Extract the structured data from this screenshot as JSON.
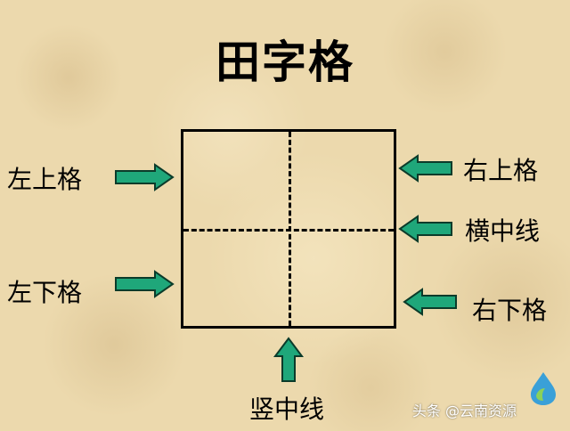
{
  "title": "田字格",
  "labels": {
    "top_left": "左上格",
    "bottom_left": "左下格",
    "top_right": "右上格",
    "horizontal_middle": "横中线",
    "bottom_right": "右下格",
    "vertical_middle": "竖中线"
  },
  "watermark": "头条 @云南资源",
  "colors": {
    "arrow": "#1fa77a",
    "arrow_border": "#0b3b2a",
    "grid_line": "#000000",
    "background": "#ecd9ad"
  }
}
